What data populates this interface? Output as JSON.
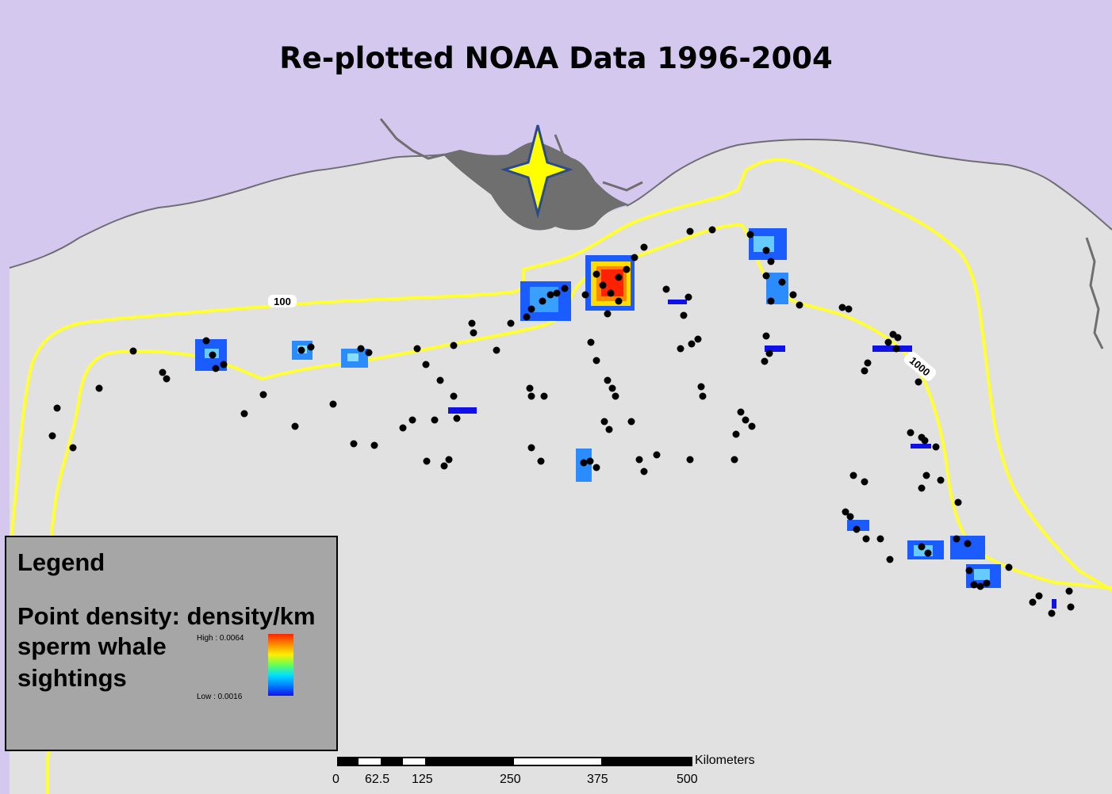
{
  "title": "Re-plotted NOAA Data 1996-2004",
  "contour_labels": {
    "shelf": "100",
    "slope": "1000"
  },
  "legend": {
    "heading": "Legend",
    "layer_line1": "Point density: density/km",
    "layer_line2": "sperm whale",
    "layer_line3": "sightings",
    "high": "High : 0.0064",
    "low": "Low : 0.0016"
  },
  "scale_bar": {
    "unit": "Kilometers",
    "ticks": [
      "0",
      "62.5",
      "125",
      "250",
      "375",
      "500"
    ]
  },
  "colors": {
    "land": "#d5c8ef",
    "water": "#e1e1e1",
    "coastline": "#6f6f6f",
    "contour": "#ffff33",
    "sighting": "#000000",
    "density_low": "#1010e8",
    "density_high": "#ff2200",
    "marker_fill": "#ffff00",
    "marker_stroke": "#2b4a8a"
  },
  "icons": {
    "location_marker": "four-point-star-icon"
  }
}
